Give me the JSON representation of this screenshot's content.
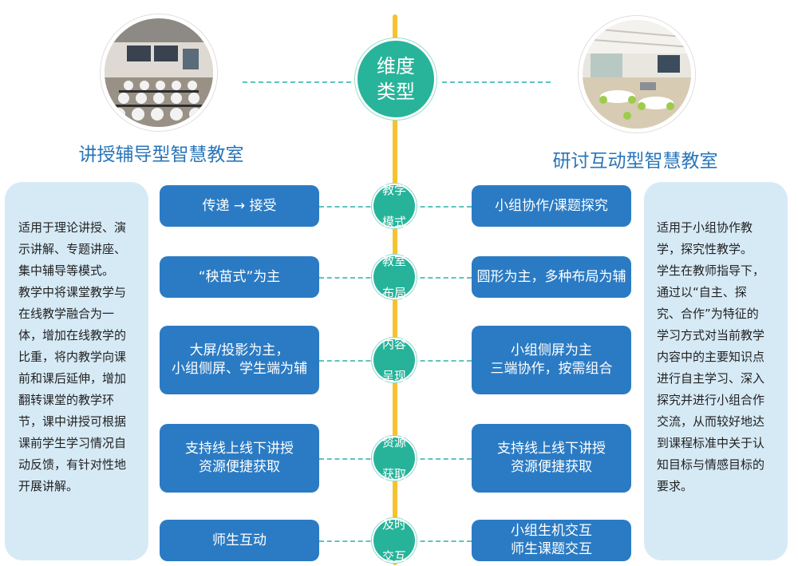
{
  "center": {
    "title_line1": "维度",
    "title_line2": "类型"
  },
  "left_type": {
    "title": "讲授辅导型智慧教室",
    "photo": "lecture-classroom-photo",
    "description": [
      "适用于理论讲授、演",
      "示讲解、专题讲座、",
      "集中辅导等模式。",
      "教学中将课堂教学与",
      "在线教学融合为一",
      "体，增加在线教学的",
      "比重，将内教学向课",
      "前和课后延伸，增加",
      "翻转课堂的教学环",
      "节，课中讲授可根据",
      "课前学生学习情况自",
      "动反馈，有针对性地",
      "开展讲解。"
    ]
  },
  "right_type": {
    "title": "研讨互动型智慧教室",
    "photo": "collaborative-classroom-photo",
    "description": [
      "适用于小组协作教",
      "学，探究性教学。",
      "学生在教师指导下，",
      "通过以“自主、探",
      "究、合作”为特征的",
      "学习方式对当前教学",
      "内容中的主要知识点",
      "进行自主学习、深入",
      "探究并进行小组合作",
      "交流，从而较好地达",
      "到课程标准中关于认",
      "知目标与情感目标的",
      "要求。"
    ]
  },
  "dimensions": [
    {
      "label_line1": "教学",
      "label_line2": "模式",
      "left": "传递 → 接受",
      "right": "小组协作/课题探究"
    },
    {
      "label_line1": "教室",
      "label_line2": "布局",
      "left": "“秧苗式”为主",
      "right": "圆形为主，多种布局为辅"
    },
    {
      "label_line1": "内容",
      "label_line2": "呈现",
      "left": "大屏/投影为主，\n小组侧屏、学生端为辅",
      "right": "小组侧屏为主\n三端协作，按需组合"
    },
    {
      "label_line1": "资源",
      "label_line2": "获取",
      "left": "支持线上线下讲授\n资源便捷获取",
      "right": "支持线上线下讲授\n资源便捷获取"
    },
    {
      "label_line1": "及时",
      "label_line2": "交互",
      "left": "师生互动",
      "right": "小组生机交互\n师生课题交互"
    }
  ],
  "colors": {
    "axis": "#f5c230",
    "circle": "#27b39a",
    "pill": "#2b7bc4",
    "panel": "#d6eaf6",
    "title": "#2a75b8",
    "dash": "#5ec4c0"
  }
}
